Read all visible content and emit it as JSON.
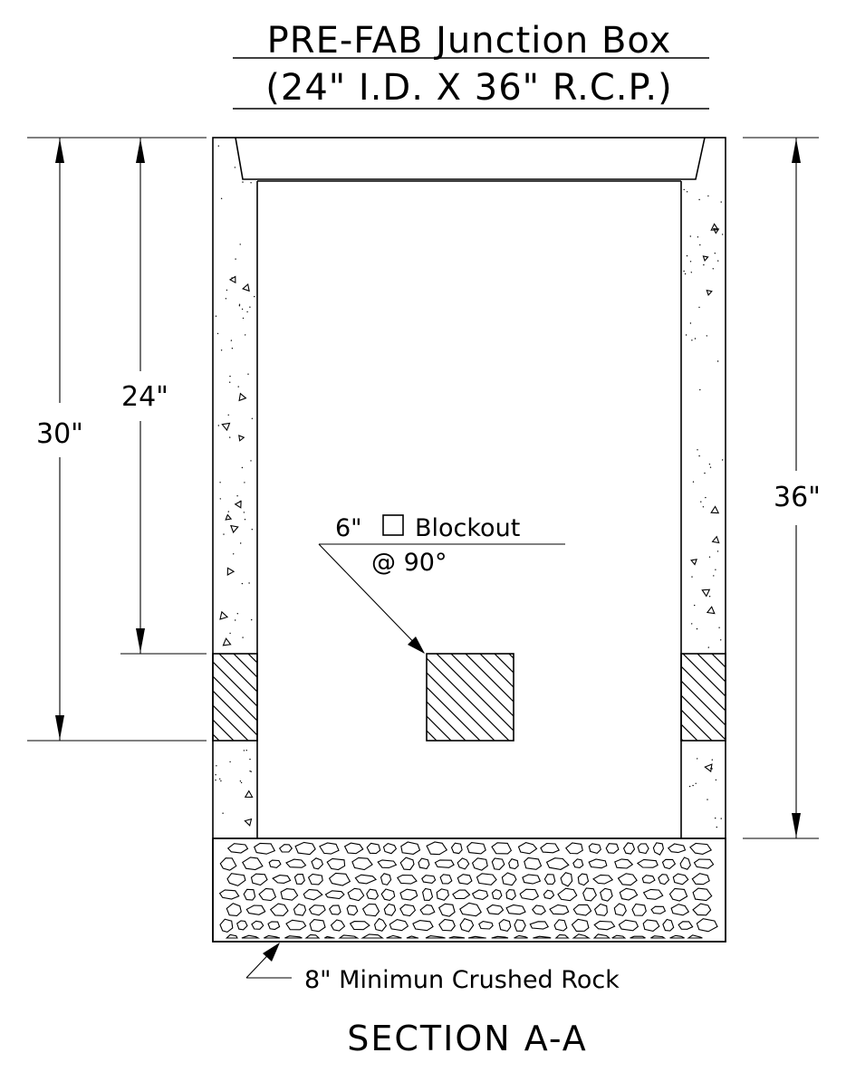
{
  "title": {
    "line1": "PRE-FAB Junction Box",
    "line2": "(24\" I.D. X 36\" R.C.P.)"
  },
  "dimensions": {
    "left_outer": "30\"",
    "left_inner": "24\"",
    "right": "36\""
  },
  "blockout": {
    "size": "6\"",
    "label": "Blockout",
    "angle": "@ 90°"
  },
  "rock_note": "8\" Minimun Crushed Rock",
  "section_label": "SECTION A-A"
}
